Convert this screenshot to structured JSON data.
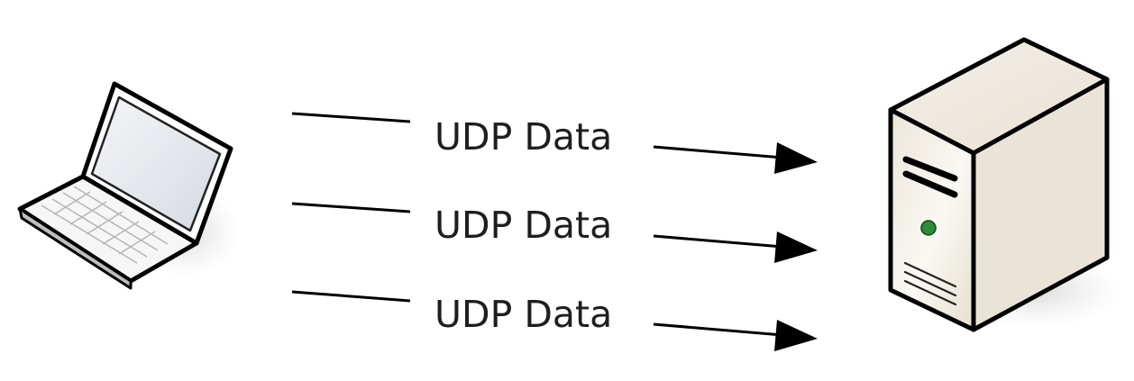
{
  "diagram": {
    "client": {
      "icon": "laptop-icon"
    },
    "server": {
      "icon": "server-tower-icon",
      "status_light_color": "#2e8b3a"
    },
    "flows": [
      {
        "label": "UDP Data",
        "direction": "client-to-server"
      },
      {
        "label": "UDP Data",
        "direction": "client-to-server"
      },
      {
        "label": "UDP Data",
        "direction": "client-to-server"
      }
    ]
  },
  "colors": {
    "line": "#000000",
    "text": "#1e1e1e",
    "server_body": "#f1ece2",
    "laptop_screen": "#dfe3e8"
  }
}
